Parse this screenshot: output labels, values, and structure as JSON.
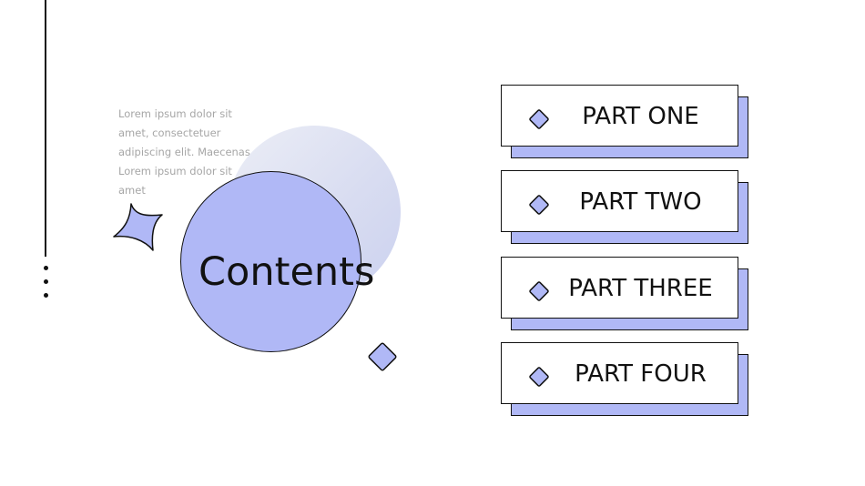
{
  "intro": {
    "lorem_lines": [
      "Lorem ipsum dolor sit",
      "amet, consectetuer",
      "adipiscing elit. Maecenas.",
      "Lorem ipsum dolor sit",
      "amet"
    ]
  },
  "title": "Contents",
  "parts": [
    {
      "label": "PART ONE"
    },
    {
      "label": "PART TWO"
    },
    {
      "label": "PART THREE"
    },
    {
      "label": "PART FOUR"
    }
  ],
  "colors": {
    "accent": "#b0b8f6",
    "outline": "#111111",
    "muted_text": "#a6a6a6",
    "gradient_circle": "#d9ddf1"
  },
  "icons": {
    "bullet": "diamond-icon",
    "decor_star": "sparkle-icon",
    "decor_diamond": "diamond-icon"
  }
}
